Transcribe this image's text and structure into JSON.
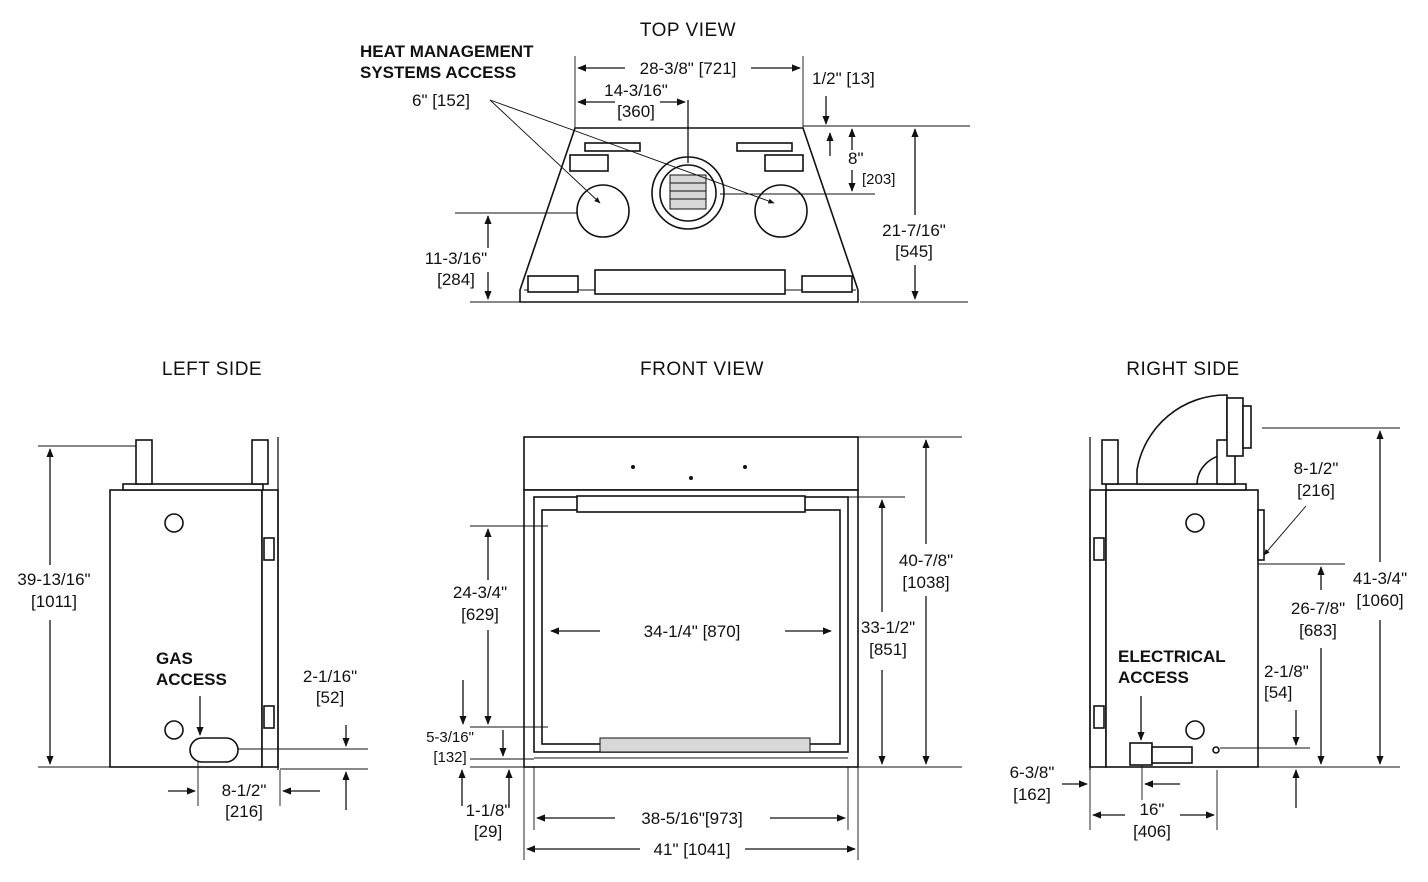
{
  "views": {
    "top": {
      "title": "TOP VIEW",
      "callout_line1": "HEAT MANAGEMENT",
      "callout_line2": "SYSTEMS ACCESS",
      "dims": {
        "width": "28-3/8\" [721]",
        "half_width_1": "14-3/16\"",
        "half_width_2": "[360]",
        "offset_1": "1/2\" [13]",
        "duct_dia": "6\" [152]",
        "setback_1": "8\"",
        "setback_2": "[203]",
        "depth_1": "21-7/16\"",
        "depth_2": "[545]",
        "vent_1": "11-3/16\"",
        "vent_2": "[284]"
      }
    },
    "left": {
      "title": "LEFT SIDE",
      "callout_line1": "GAS",
      "callout_line2": "ACCESS",
      "dims": {
        "height_1": "39-13/16\"",
        "height_2": "[1011]",
        "gas_h_1": "2-1/16\"",
        "gas_h_2": "[52]",
        "gas_w_1": "8-1/2\"",
        "gas_w_2": "[216]"
      }
    },
    "front": {
      "title": "FRONT VIEW",
      "dims": {
        "open_h_1": "24-3/4\"",
        "open_h_2": "[629]",
        "open_w": "34-1/4\" [870]",
        "frame_h_1": "33-1/2\"",
        "frame_h_2": "[851]",
        "total_h_1": "40-7/8\"",
        "total_h_2": "[1038]",
        "base_1": "5-3/16\"",
        "base_2": "[132]",
        "foot_1": "1-1/8\"",
        "foot_2": "[29]",
        "inner_w": "38-5/16\"[973]",
        "total_w": "41\" [1041]"
      }
    },
    "right": {
      "title": "RIGHT SIDE",
      "callout_line1": "ELECTRICAL",
      "callout_line2": "ACCESS",
      "dims": {
        "vent_off_1": "8-1/2\"",
        "vent_off_2": "[216]",
        "vent_h_1": "26-7/8\"",
        "vent_h_2": "[683]",
        "total_h_1": "41-3/4\"",
        "total_h_2": "[1060]",
        "elec_h_1": "2-1/8\"",
        "elec_h_2": "[54]",
        "elec_off_1": "6-3/8\"",
        "elec_off_2": "[162]",
        "depth_1": "16\"",
        "depth_2": "[406]"
      }
    }
  }
}
